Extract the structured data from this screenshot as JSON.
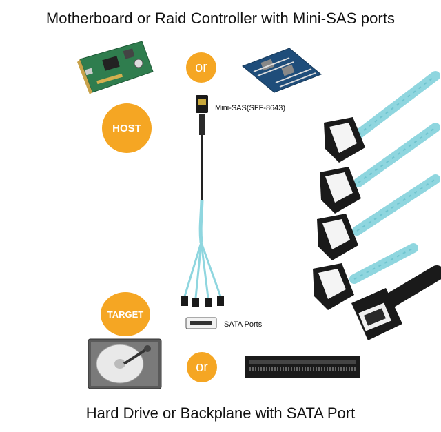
{
  "title_top": "Motherboard or Raid Controller with Mini-SAS ports",
  "title_bottom": "Hard Drive or Backplane with SATA Port",
  "badges": {
    "host": "HOST",
    "target": "TARGET",
    "or_top": "or",
    "or_bottom": "or"
  },
  "labels": {
    "mini_sas": "Mini-SAS(SFF-8643)",
    "sata_ports": "SATA Ports"
  },
  "colors": {
    "badge_orange": "#f5a623",
    "cable_blue": "#8fd6df",
    "connector_black": "#1a1a1a",
    "pcb_green": "#2f7d4e"
  },
  "icons": {
    "raid_card": "raid-controller-card-icon",
    "motherboard": "server-motherboard-icon",
    "hard_drive": "hard-drive-icon",
    "backplane": "sata-backplane-icon"
  }
}
